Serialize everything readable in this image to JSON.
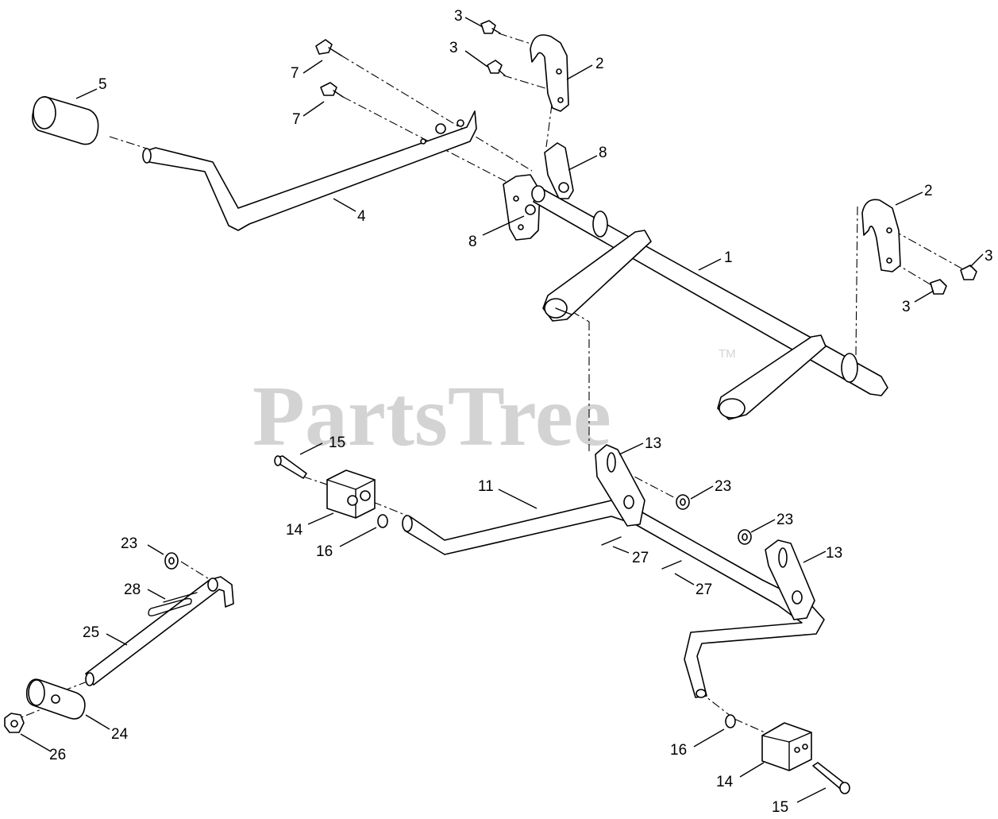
{
  "watermark": {
    "text": "PartsTree",
    "mark": "TM",
    "color": "#d3d3d3"
  },
  "callouts": [
    {
      "id": "c3a",
      "label": "3"
    },
    {
      "id": "c3b",
      "label": "3"
    },
    {
      "id": "c2a",
      "label": "2"
    },
    {
      "id": "c7a",
      "label": "7"
    },
    {
      "id": "c7b",
      "label": "7"
    },
    {
      "id": "c5",
      "label": "5"
    },
    {
      "id": "c8a",
      "label": "8"
    },
    {
      "id": "c8b",
      "label": "8"
    },
    {
      "id": "c4",
      "label": "4"
    },
    {
      "id": "c2b",
      "label": "2"
    },
    {
      "id": "c3c",
      "label": "3"
    },
    {
      "id": "c3d",
      "label": "3"
    },
    {
      "id": "c1",
      "label": "1"
    },
    {
      "id": "c13a",
      "label": "13"
    },
    {
      "id": "c15a",
      "label": "15"
    },
    {
      "id": "c11",
      "label": "11"
    },
    {
      "id": "c23a",
      "label": "23"
    },
    {
      "id": "c14a",
      "label": "14"
    },
    {
      "id": "c16a",
      "label": "16"
    },
    {
      "id": "c23b",
      "label": "23"
    },
    {
      "id": "c27a",
      "label": "27"
    },
    {
      "id": "c13b",
      "label": "13"
    },
    {
      "id": "c27b",
      "label": "27"
    },
    {
      "id": "c23c",
      "label": "23"
    },
    {
      "id": "c28",
      "label": "28"
    },
    {
      "id": "c25",
      "label": "25"
    },
    {
      "id": "c24",
      "label": "24"
    },
    {
      "id": "c26",
      "label": "26"
    },
    {
      "id": "c16b",
      "label": "16"
    },
    {
      "id": "c14b",
      "label": "14"
    },
    {
      "id": "c15b",
      "label": "15"
    }
  ]
}
